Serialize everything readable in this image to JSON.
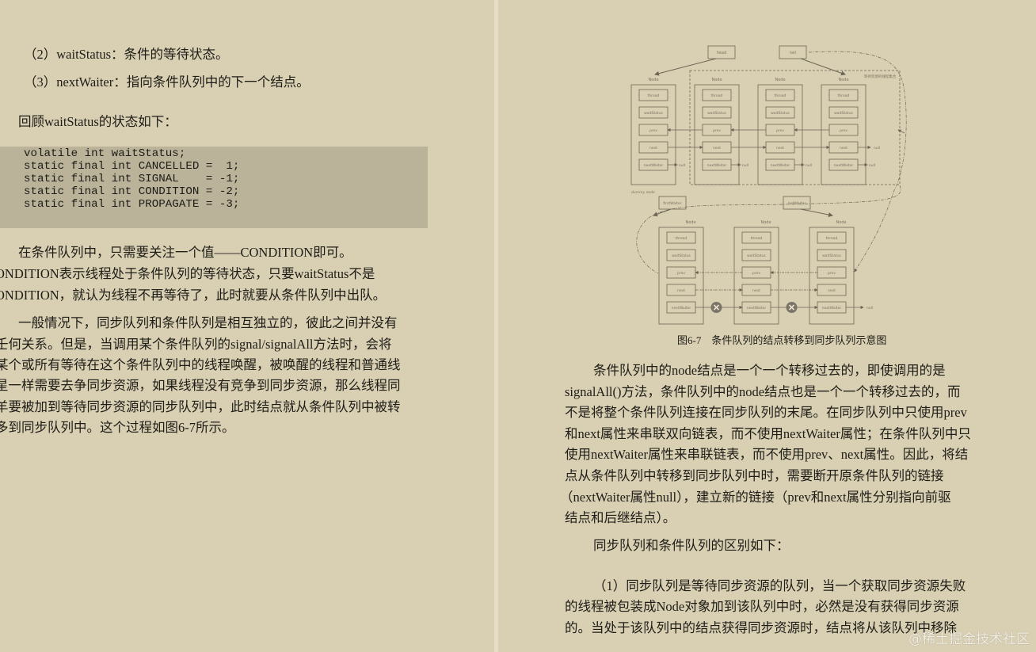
{
  "left_page": {
    "item2": "（2）waitStatus：条件的等待状态。",
    "item3": "（3）nextWaiter：指向条件队列中的下一个结点。",
    "review_intro": "回顾waitStatus的状态如下：",
    "code_lines": [
      "volatile int waitStatus;",
      "static final int CANCELLED =  1;",
      "static final int SIGNAL    = -1;",
      "static final int CONDITION = -2;",
      "static final int PROPAGATE = -3;"
    ],
    "para1_lines": [
      "在条件队列中，只需要关注一个值——CONDITION即可。",
      "ONDITION表示线程处于条件队列的等待状态，只要waitStatus不是",
      "ONDITION，就认为线程不再等待了，此时就要从条件队列中出队。"
    ],
    "para2_lines": [
      "一般情况下，同步队列和条件队列是相互独立的，彼此之间并没有",
      "壬何关系。但是，当调用某个条件队列的signal/signalAll方法时，会将",
      "某个或所有等待在这个条件队列中的线程唤醒，被唤醒的线程和普通线",
      "星一样需要去争同步资源，如果线程没有竞争到同步资源，那么线程同",
      "羊要被加到等待同步资源的同步队列中，此时结点就从条件队列中被转",
      "多到同步队列中。这个过程如图6-7所示。"
    ]
  },
  "figure": {
    "caption": "图6-7　条件队列的结点转移到同步队列示意图",
    "sync_queue": {
      "head_label": "head",
      "tail_label": "tail",
      "group_label": "等待资源的线程集合",
      "dummy_label": "dummy node",
      "node_title": "Node",
      "fields": [
        "thread",
        "waitStatus",
        "prev",
        "next",
        "nextWaiter"
      ],
      "null_label": "null",
      "node_count": 4
    },
    "condition_queue": {
      "first_label": "firstWaiter",
      "last_label": "lastWaiter",
      "node_title": "Node",
      "fields": [
        "thread",
        "waitStatus",
        "prev",
        "next",
        "nextWaiter"
      ],
      "null_label": "null",
      "node_count": 3,
      "broken_link_icon": "x-circle-icon"
    },
    "colors": {
      "line": "#6b6654",
      "box_fill": "#d6cdb0",
      "x_circle": "#7a7567"
    }
  },
  "right_page": {
    "para1_lines": [
      "条件队列中的node结点是一个一个转移过去的，即使调用的是",
      "signalAll()方法，条件队列中的node结点也是一个一个转移过去的，而",
      "不是将整个条件队列连接在同步队列的末尾。在同步队列中只使用prev",
      "和next属性来串联双向链表，而不使用nextWaiter属性；在条件队列中只",
      "使用nextWaiter属性来串联链表，而不使用prev、next属性。因此，将结",
      "点从条件队列中转移到同步队列中时，需要断开原条件队列的链接",
      "（nextWaiter属性null），建立新的链接（prev和next属性分别指向前驱",
      "结点和后继结点）。"
    ],
    "diff_intro": "同步队列和条件队列的区别如下：",
    "diff1_lines": [
      "（1）同步队列是等待同步资源的队列，当一个获取同步资源失败",
      "的线程被包装成Node对象加到该队列中时，必然是没有获得同步资源",
      "的。当处于该队列中的结点获得同步资源时，结点将从该队列中移除"
    ]
  },
  "watermark": "@稀土掘金技术社区"
}
